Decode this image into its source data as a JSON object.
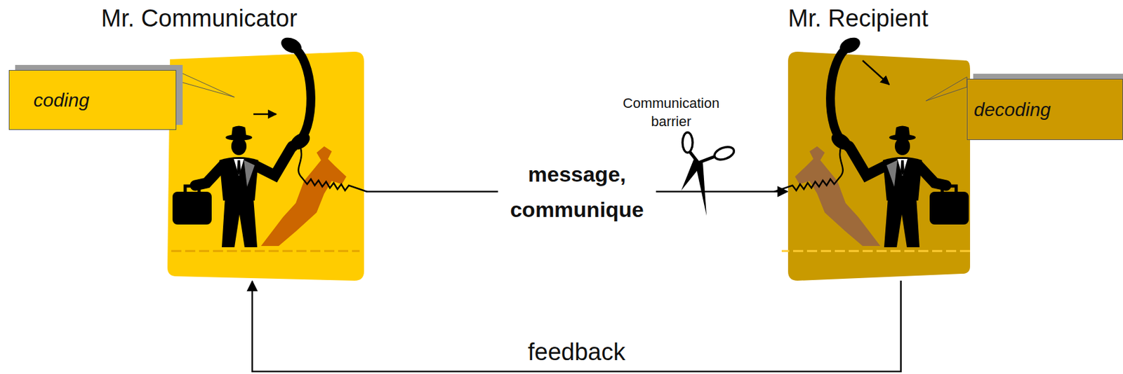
{
  "diagram": {
    "nodes": [
      {
        "text": [
          "Mr. Communicator"
        ]
      },
      {
        "text": [
          "coding"
        ]
      },
      {
        "text": [
          "Mr. Recipient"
        ]
      },
      {
        "text": [
          "decoding"
        ]
      }
    ],
    "edges": [
      {
        "from": 0,
        "to": 2,
        "arrow": "to",
        "label": "message, communique"
      },
      {
        "from": 2,
        "to": 0,
        "arrow": "to",
        "label": "feedback"
      }
    ],
    "labels": [
      "Communication barrier"
    ]
  }
}
